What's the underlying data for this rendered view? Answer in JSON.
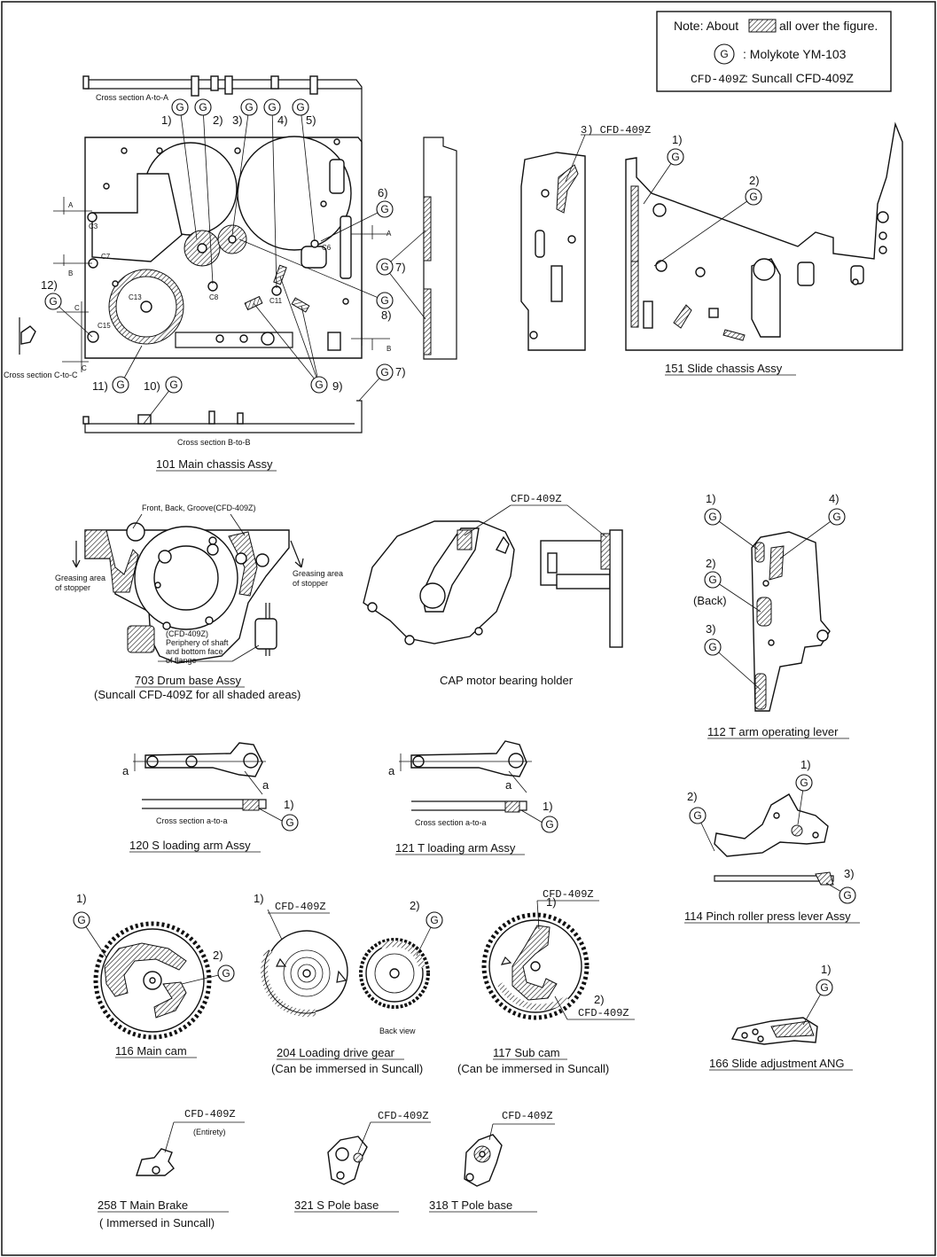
{
  "note": {
    "line1_prefix": "Note: About",
    "line1_suffix": "all over the figure.",
    "g_symbol": "G",
    "g_desc": ": Molykote YM-103",
    "cfd_code": "CFD-409Z",
    "cfd_desc": ": Suncall CFD-409Z"
  },
  "main_chassis": {
    "caption": "101 Main chassis Assy",
    "section_aa": "Cross section A-to-A",
    "section_bb": "Cross section B-to-B",
    "section_cc": "Cross section C-to-C",
    "marks": [
      "1)",
      "2)",
      "3)",
      "4)",
      "5)",
      "6)",
      "7)",
      "8)",
      "9)",
      "10)",
      "11)",
      "12)",
      "7)"
    ],
    "letters": [
      "A",
      "A",
      "B",
      "B",
      "C",
      "C"
    ],
    "components": [
      "C3",
      "C7",
      "C13",
      "C15",
      "C8",
      "C11",
      "C6"
    ]
  },
  "slide_chassis": {
    "caption": "151 Slide chassis Assy",
    "mark1": "3) CFD-409Z",
    "mark2": "1)",
    "mark3": "2)"
  },
  "drum_base": {
    "caption": "703 Drum base Assy",
    "subcaption": "(Suncall CFD-409Z for all shaded areas)",
    "top_note": "Front, Back, Groove(CFD-409Z)",
    "left_note_1": "Greasing area",
    "left_note_2": "of stopper",
    "right_note_1": "Greasing area",
    "right_note_2": "of stopper",
    "shaft_note_1": "(CFD-409Z)",
    "shaft_note_2": "Periphery of shaft",
    "shaft_note_3": "and bottom face",
    "shaft_note_4": "of flange"
  },
  "cap_holder": {
    "caption": "CAP motor bearing holder",
    "code": "CFD-409Z"
  },
  "t_arm_lever": {
    "caption": "112  T arm operating lever",
    "marks": [
      "1)",
      "2)",
      "3)",
      "4)"
    ],
    "back_note": "(Back)"
  },
  "s_loading_arm": {
    "caption": "120  S loading arm Assy",
    "section": "Cross section a-to-a",
    "mark": "1)",
    "letter": "a"
  },
  "t_loading_arm": {
    "caption": "121 T loading arm Assy",
    "section": "Cross section a-to-a",
    "mark": "1)",
    "letter": "a"
  },
  "pinch_lever": {
    "caption": "114 Pinch roller press lever Assy",
    "marks": [
      "1)",
      "2)",
      "3)"
    ]
  },
  "main_cam": {
    "caption": "116  Main cam",
    "marks": [
      "1)",
      "2)"
    ]
  },
  "loading_gear": {
    "caption": "204 Loading drive gear",
    "subcaption": "(Can be immersed in Suncall)",
    "mark1": "1)",
    "mark2": "2)",
    "code": "CFD-409Z",
    "back_view": "Back view"
  },
  "sub_cam": {
    "caption": "117  Sub cam",
    "subcaption": "(Can be immersed in Suncall)",
    "mark1": "1)",
    "mark2": "2)",
    "code1": "CFD-409Z",
    "code2": "CFD-409Z"
  },
  "slide_ang": {
    "caption": "166  Slide adjustment ANG",
    "mark": "1)"
  },
  "main_brake": {
    "caption": "258    T Main Brake",
    "subcaption": "( Immersed in Suncall)",
    "code": "CFD-409Z",
    "entirety": "(Entirety)"
  },
  "s_pole": {
    "caption": "321   S Pole base",
    "code": "CFD-409Z"
  },
  "t_pole": {
    "caption": "318   T Pole base",
    "code": "CFD-409Z"
  }
}
